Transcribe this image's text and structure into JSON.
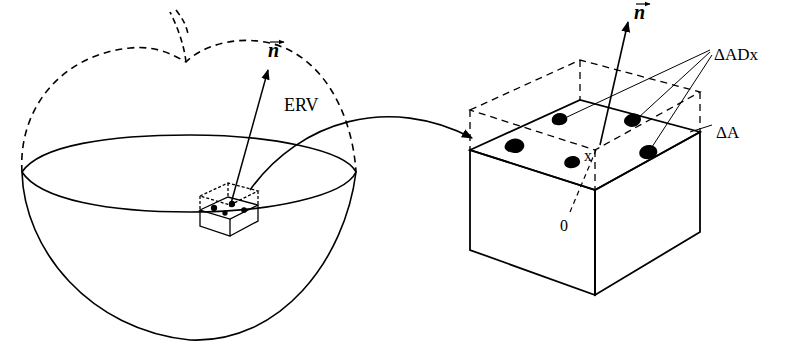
{
  "diagram": {
    "labels": [
      "n",
      "ERV",
      "n",
      "ΔADx",
      "ΔA",
      "x",
      "0"
    ]
  }
}
